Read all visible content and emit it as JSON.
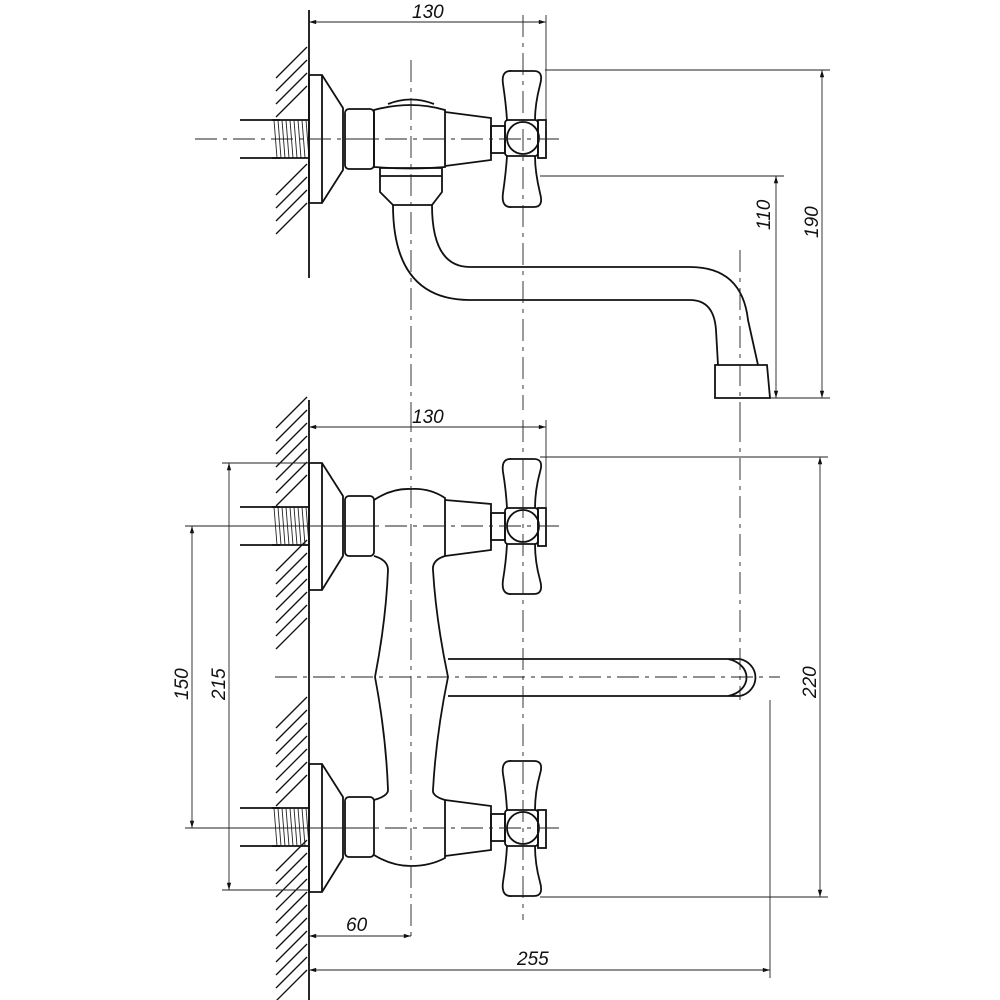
{
  "title": "Faucet technical drawing",
  "dimensions": {
    "top_width": "130",
    "top_spout_height": "110",
    "top_total_height": "190",
    "front_width": "130",
    "inlet_spacing": "150",
    "flange_span": "215",
    "total_height": "220",
    "wall_to_body": "60",
    "total_reach": "255"
  },
  "colors": {
    "line": "#111111",
    "background": "#ffffff"
  }
}
